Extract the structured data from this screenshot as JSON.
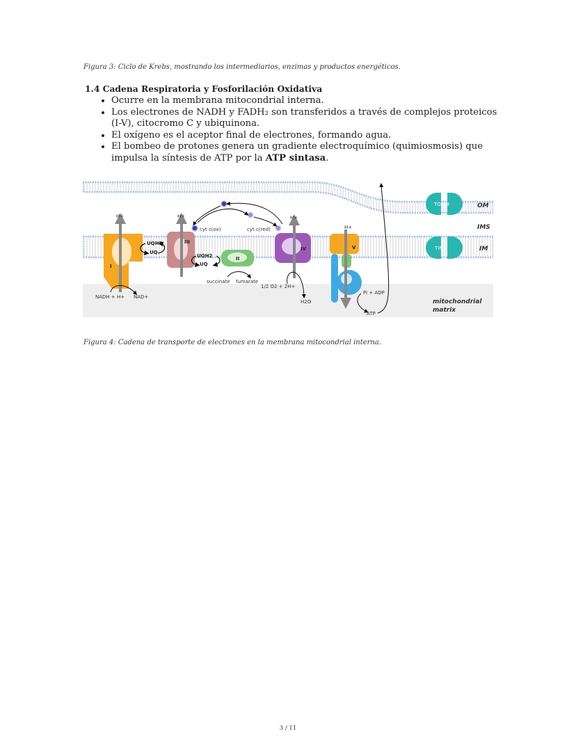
{
  "figure3_caption": "Figura 3: Ciclo de Krebs, mostrando los intermediarios, enzimas y productos energéticos.",
  "section": {
    "heading": "1.4 Cadena Respiratoria y Fosforilación Oxidativa",
    "bullets": [
      {
        "text": "Ocurre en la membrana mitocondrial interna."
      },
      {
        "text": "Los electrones de NADH y FADH₂ son transferidos a través de complejos proteicos (I-V), citocromo C y ubiquinona."
      },
      {
        "text": "El oxígeno es el aceptor final de electrones, formando agua."
      },
      {
        "text_before": "El bombeo de protones genera un gradiente electroquímico (quimiosmosis) que impulsa la síntesis de ATP por la ",
        "bold": "ATP sintasa",
        "text_after": "."
      }
    ]
  },
  "diagram": {
    "complexes": {
      "c1": "I",
      "c2": "II",
      "c3": "III",
      "c4": "IV",
      "c5": "V"
    },
    "proton": "H+",
    "uqh2": "UQH2",
    "uq": "UQ",
    "cyt_ox": "cyt c(ox)",
    "cyt_red": "cyt c(red)",
    "nadh": "NADH + H+",
    "nad": "NAD+",
    "succinate": "succinate",
    "fumarate": "fumarate",
    "oxygen": "1/2 O2 + 2H+",
    "water": "H2O",
    "pi_adp": "Pi + ADP",
    "atp": "ATP",
    "tomm": "TOMM",
    "timm": "TIMM",
    "om": "OM",
    "ims": "IMS",
    "im": "IM",
    "matrix_line1": "mitochondrial",
    "matrix_line2": "matrix",
    "colors": {
      "c1": "#f5a623",
      "c2": "#7cc576",
      "c3": "#c98a8a",
      "c4": "#9b59b6",
      "c5": "#3fa9e0",
      "tomm": "#2bb5b0",
      "membrane": "#9fbde0"
    }
  },
  "figure4_caption": "Figura 4: Cadena de transporte de electrones en la membrana mitocondrial interna.",
  "page_number": "3 / 11"
}
